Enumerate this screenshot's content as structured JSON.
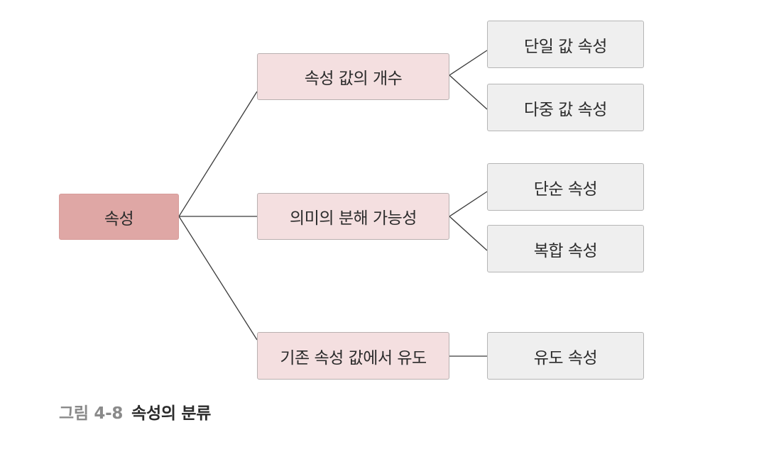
{
  "diagram": {
    "root": "속성",
    "branches": [
      {
        "label": "속성 값의 개수",
        "children": [
          "단일 값 속성",
          "다중 값 속성"
        ]
      },
      {
        "label": "의미의 분해 가능성",
        "children": [
          "단순 속성",
          "복합 속성"
        ]
      },
      {
        "label": "기존 속성 값에서 유도",
        "children": [
          "유도 속성"
        ]
      }
    ]
  },
  "caption": {
    "label": "그림 4-8",
    "title": "속성의 분류"
  },
  "colors": {
    "root_fill": "#dfa7a5",
    "branch_fill": "#f4dfe0",
    "leaf_fill": "#efefef",
    "connector": "#3a3a3a",
    "caption_label": "#8a8a8a"
  }
}
